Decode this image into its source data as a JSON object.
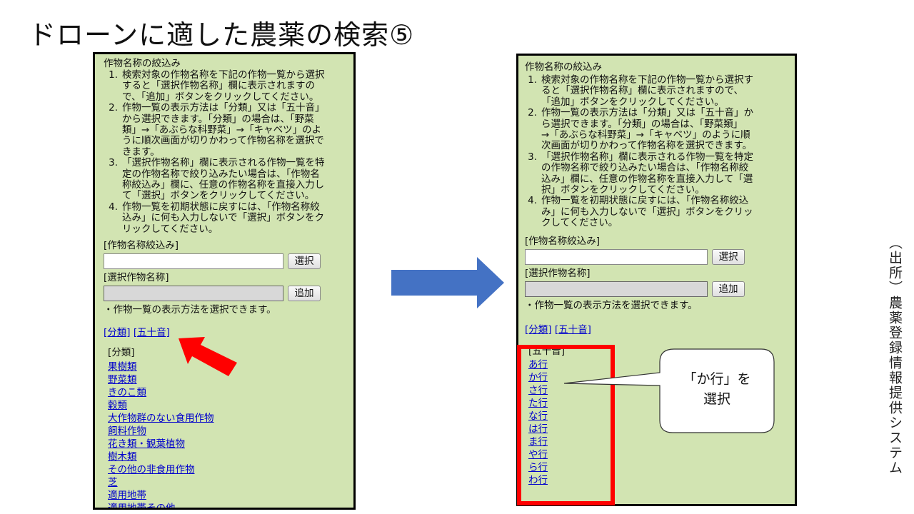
{
  "slide_title": "ドローンに適した農薬の検索⑤",
  "source": "（出所）農薬登録情報提供システム",
  "callout": [
    "「か行」を",
    "選択"
  ],
  "colors": {
    "panel_bg": "#d2e4b2",
    "link": "#0000cc",
    "highlight": "#ff0000",
    "arrow": "#4472c4"
  },
  "left": {
    "heading": "作物名称の絞込み",
    "instructions": [
      {
        "num": "1.",
        "lines": [
          "検索対象の作物名称を下記の作物一覧から選択",
          "すると「選択作物名称」欄に表示されますの",
          "で、「追加」ボタンをクリックしてください。"
        ]
      },
      {
        "num": "2.",
        "lines": [
          "作物一覧の表示方法は「分類」又は「五十音」",
          "から選択できます。「分類」の場合は、「野菜",
          "類」→「あぶらな科野菜」→「キャベツ」のよ",
          "うに順次画面が切りかわって作物名称を選択で",
          "きます。"
        ]
      },
      {
        "num": "3.",
        "lines": [
          "「選択作物名称」欄に表示される作物一覧を特",
          "定の作物名称で絞り込みたい場合は、「作物名",
          "称絞込み」欄に、任意の作物名称を直接入力し",
          "て「選択」ボタンをクリックしてください。"
        ]
      },
      {
        "num": "4.",
        "lines": [
          "作物一覧を初期状態に戻すには、「作物名称絞",
          "込み」に何も入力しないで「選択」ボタンをク",
          "リックしてください。"
        ]
      }
    ],
    "filter_label": "[作物名称絞込み]",
    "filter_value": "",
    "select_button": "選択",
    "selected_label": "[選択作物名称]",
    "add_button": "追加",
    "note": "・作物一覧の表示方法を選択できます。",
    "mode_links": [
      "[分類]",
      "[五十音]"
    ],
    "list_heading": "[分類]",
    "list": [
      "果樹類",
      "野菜類",
      "きのこ類",
      "穀類",
      "大作物群のない食用作物",
      "飼料作物",
      "花き類・観葉植物",
      "樹木類",
      "その他の非食用作物",
      "芝",
      "適用地帯",
      "適用地帯その他"
    ]
  },
  "right": {
    "heading": "作物名称の絞込み",
    "instructions": [
      {
        "num": "1.",
        "lines": [
          "検索対象の作物名称を下記の作物一覧から選択す",
          "ると「選択作物名称」欄に表示されますので、",
          "「追加」ボタンをクリックしてください。"
        ]
      },
      {
        "num": "2.",
        "lines": [
          "作物一覧の表示方法は「分類」又は「五十音」か",
          "ら選択できます。「分類」の場合は、「野菜類」",
          "→「あぶらな科野菜」→「キャベツ」のように順",
          "次画面が切りかわって作物名称を選択できます。"
        ]
      },
      {
        "num": "3.",
        "lines": [
          "「選択作物名称」欄に表示される作物一覧を特定",
          "の作物名称で絞り込みたい場合は、「作物名称絞",
          "込み」欄に、任意の作物名称を直接入力して「選",
          "択」ボタンをクリックしてください。"
        ]
      },
      {
        "num": "4.",
        "lines": [
          "作物一覧を初期状態に戻すには、「作物名称絞込",
          "み」に何も入力しないで「選択」ボタンをクリッ",
          "クしてください。"
        ]
      }
    ],
    "filter_label": "[作物名称絞込み]",
    "filter_value": "",
    "select_button": "選択",
    "selected_label": "[選択作物名称]",
    "add_button": "追加",
    "note": "・作物一覧の表示方法を選択できます。",
    "mode_links": [
      "[分類]",
      "[五十音]"
    ],
    "list_heading": "[五十音]",
    "list": [
      "あ行",
      "か行",
      "さ行",
      "た行",
      "な行",
      "は行",
      "ま行",
      "や行",
      "ら行",
      "わ行"
    ]
  }
}
